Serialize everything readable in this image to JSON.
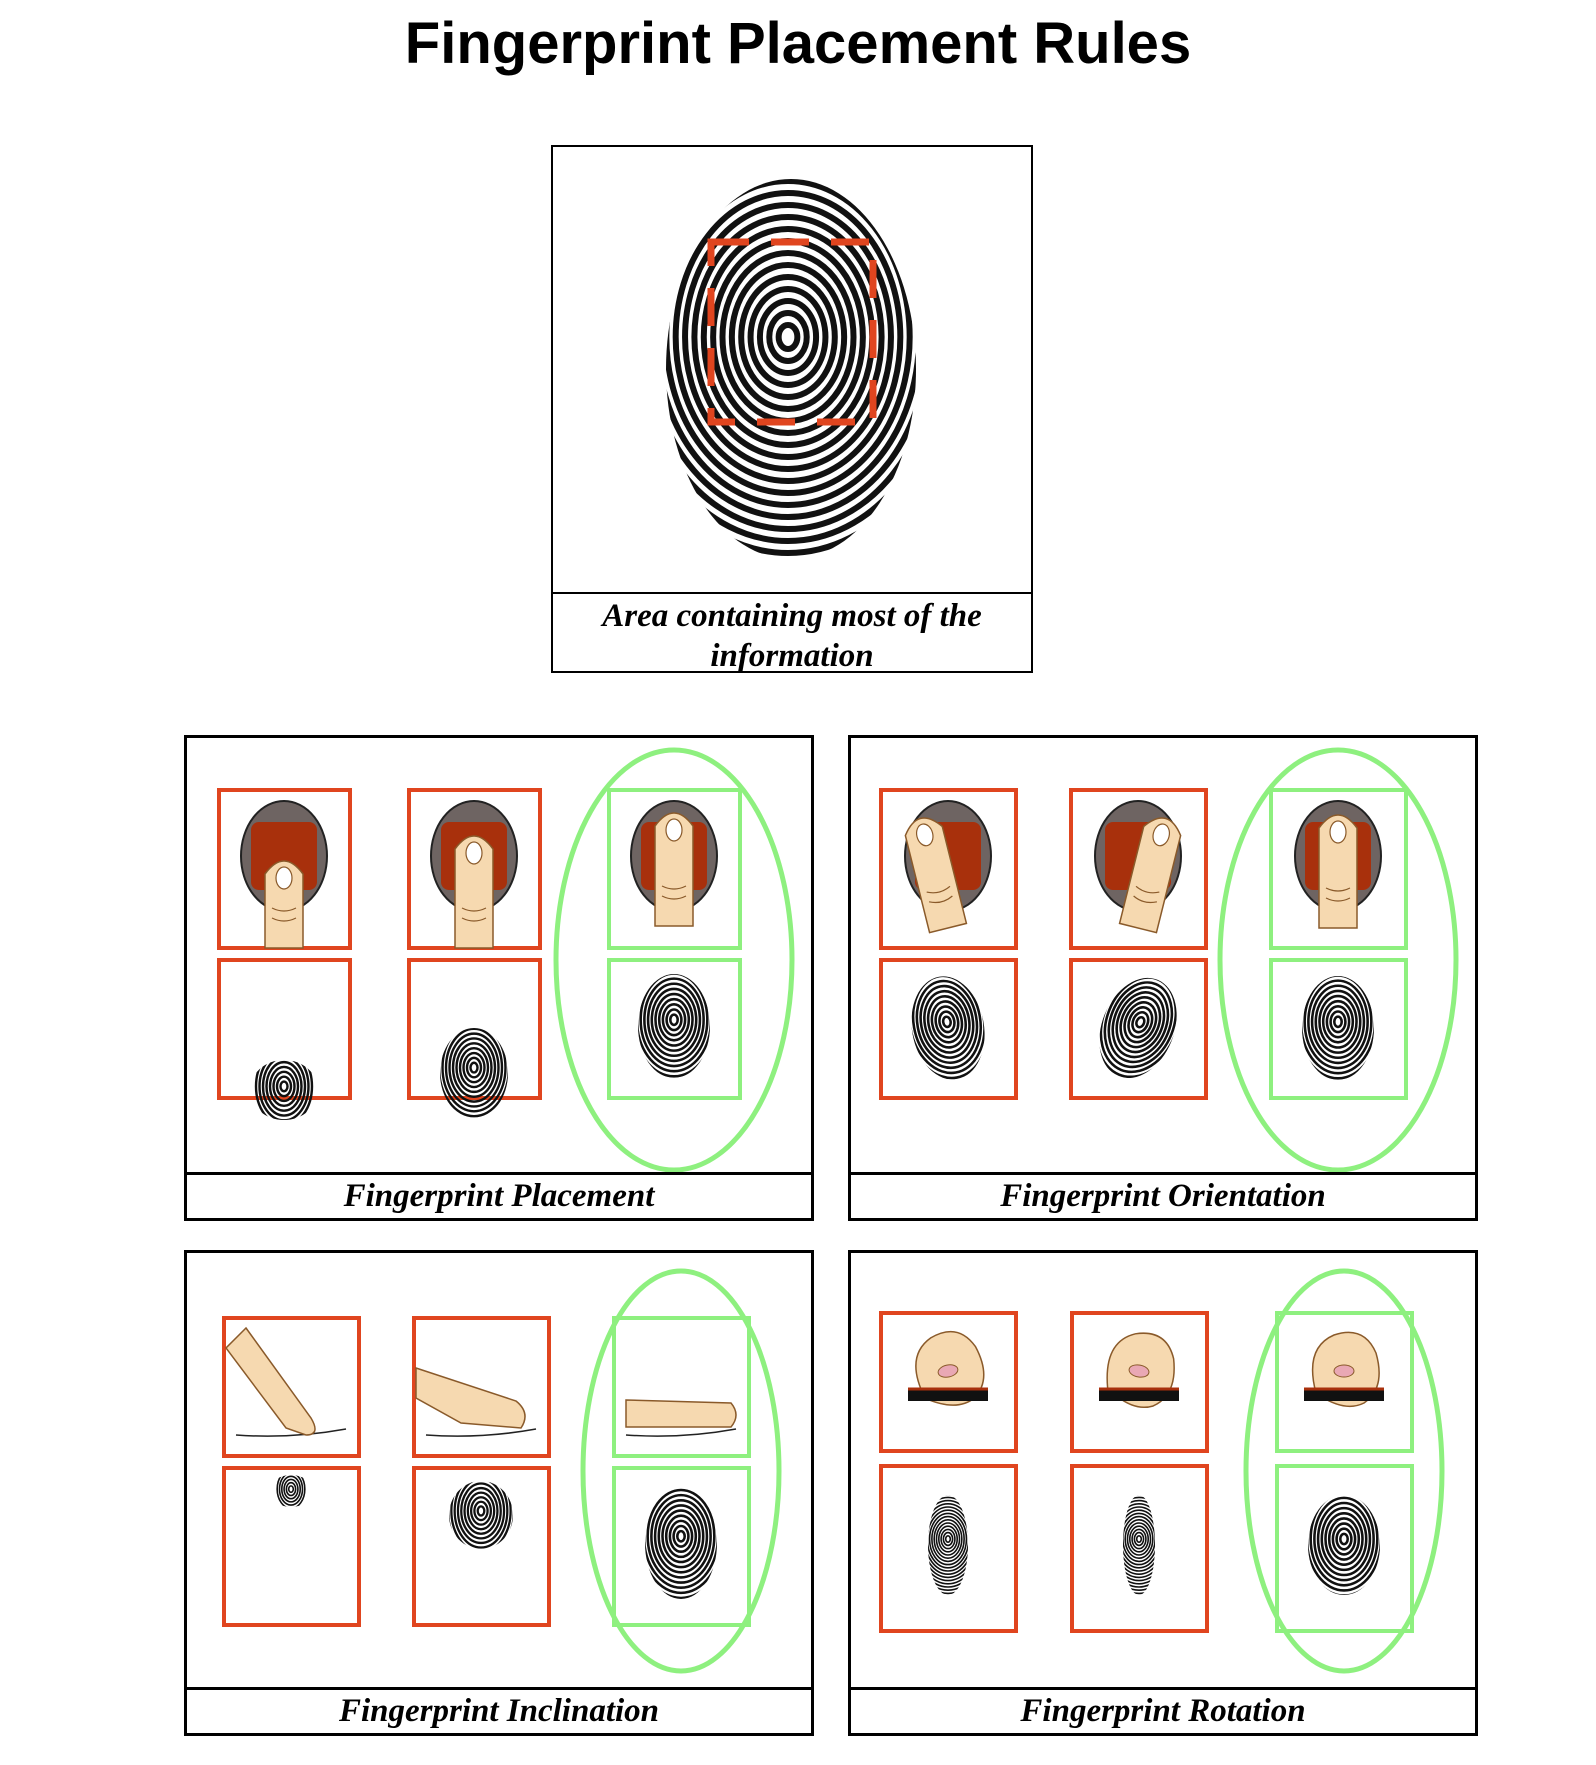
{
  "title": "Fingerprint Placement Rules",
  "top": {
    "caption": "Area containing most of the information"
  },
  "panels": [
    {
      "caption": "Fingerprint Placement"
    },
    {
      "caption": "Fingerprint Orientation"
    },
    {
      "caption": "Fingerprint Inclination"
    },
    {
      "caption": "Fingerprint Rotation"
    }
  ],
  "colors": {
    "incorrect": "#e0451f",
    "correct": "#8ef07f",
    "skin": "#f6d9b0",
    "sensor": "#a8300c",
    "ridge": "#111111"
  },
  "icons": [
    "fingerprint-icon",
    "finger-on-sensor-icon",
    "finger-side-view-icon",
    "finger-end-view-icon"
  ]
}
